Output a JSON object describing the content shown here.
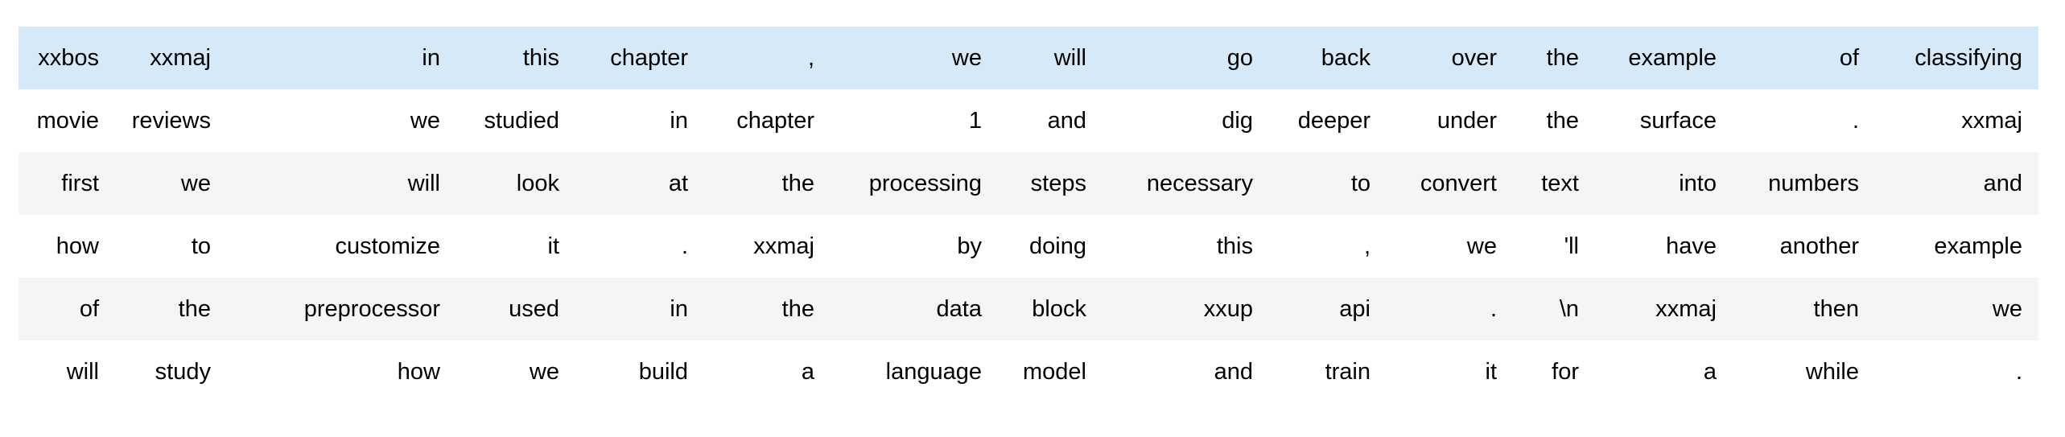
{
  "colors": {
    "highlight": "#d6e9f8",
    "stripe": "#f5f5f5",
    "row_background": "#ffffff",
    "text": "#000000"
  },
  "rows": [
    {
      "highlighted": true,
      "tokens": [
        "xxbos",
        "xxmaj",
        "in",
        "this",
        "chapter",
        ",",
        "we",
        "will",
        "go",
        "back",
        "over",
        "the",
        "example",
        "of",
        "classifying"
      ]
    },
    {
      "highlighted": false,
      "tokens": [
        "movie",
        "reviews",
        "we",
        "studied",
        "in",
        "chapter",
        "1",
        "and",
        "dig",
        "deeper",
        "under",
        "the",
        "surface",
        ".",
        "xxmaj"
      ]
    },
    {
      "highlighted": false,
      "tokens": [
        "first",
        "we",
        "will",
        "look",
        "at",
        "the",
        "processing",
        "steps",
        "necessary",
        "to",
        "convert",
        "text",
        "into",
        "numbers",
        "and"
      ]
    },
    {
      "highlighted": false,
      "tokens": [
        "how",
        "to",
        "customize",
        "it",
        ".",
        "xxmaj",
        "by",
        "doing",
        "this",
        ",",
        "we",
        "'ll",
        "have",
        "another",
        "example"
      ]
    },
    {
      "highlighted": false,
      "tokens": [
        "of",
        "the",
        "preprocessor",
        "used",
        "in",
        "the",
        "data",
        "block",
        "xxup",
        "api",
        ".",
        "\\n",
        "xxmaj",
        "then",
        "we"
      ]
    },
    {
      "highlighted": false,
      "tokens": [
        "will",
        "study",
        "how",
        "we",
        "build",
        "a",
        "language",
        "model",
        "and",
        "train",
        "it",
        "for",
        "a",
        "while",
        "."
      ]
    }
  ]
}
